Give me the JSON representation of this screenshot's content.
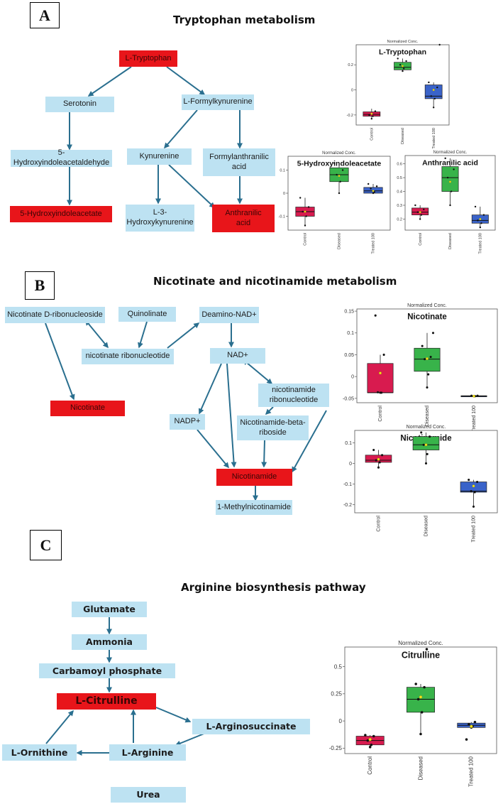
{
  "panels": [
    {
      "letter": "A",
      "title": "Tryptophan metabolism"
    },
    {
      "letter": "B",
      "title": "Nicotinate and nicotinamide metabolism"
    },
    {
      "letter": "C",
      "title": "Arginine biosynthesis pathway"
    }
  ],
  "pathway_a": {
    "nodes": {
      "l_tryptophan": "L-Tryptophan",
      "serotonin": "Serotonin",
      "l_formylkynurenine": "L-Formylkynurenine",
      "hydroxyindoleacetaldehyde": "5-Hydroxyindoleacetaldehyde",
      "kynurenine": "Kynurenine",
      "formylanthranilic": "Formylanthranilic\nacid",
      "hydroxyindoleacetate": "5-Hydroxyindoleacetate",
      "hydroxykynurenine": "L-3-\nHydroxykynurenine",
      "anthranilic": "Anthranilic\nacid"
    }
  },
  "pathway_b": {
    "nodes": {
      "nicotinate_riboside": "Nicotinate D-ribonucleoside",
      "quinolinate": "Quinolinate",
      "deamino_nad": "Deamino-NAD+",
      "nicotinate_ribonucleotide": "nicotinate ribonucleotide",
      "nad": "NAD+",
      "nicotinate": "Nicotinate",
      "nicotinamide_ribonucleotide": "nicotinamide\nribonucleotide",
      "nadp": "NADP+",
      "nicotinamide_riboside": "Nicotinamide-beta-\nriboside",
      "nicotinamide": "Nicotinamide",
      "methylnicotinamide": "1-Methylnicotinamide"
    }
  },
  "pathway_c": {
    "nodes": {
      "glutamate": "Glutamate",
      "ammonia": "Ammonia",
      "carbamoyl_phosphate": "Carbamoyl phosphate",
      "l_citrulline": "L-Citrulline",
      "l_argininosuccinate": "L-Arginosuccinate",
      "l_ornithine": "L-Ornithine",
      "l_arginine": "L-Arginine",
      "urea": "Urea"
    }
  },
  "colors": {
    "node_blue": "#bde2f2",
    "node_red": "#e8151a",
    "arrow": "#2a6f8f",
    "control": "#d81b4f",
    "diseased": "#38b34a",
    "treated": "#3a63c9",
    "mean_marker": "#f2e21c"
  },
  "chart_data": [
    {
      "id": "trp",
      "type": "box",
      "header": "Normalized Conc.",
      "title": "L-Tryptophan",
      "categories": [
        "Control",
        "Diseased",
        "Treated 100"
      ],
      "yticks": [
        -0.2,
        0,
        0.2
      ],
      "ylim": [
        -0.28,
        0.36
      ],
      "boxes": [
        {
          "min": -0.23,
          "q1": -0.21,
          "median": -0.195,
          "q3": -0.175,
          "max": -0.15,
          "mean": -0.19
        },
        {
          "min": 0.15,
          "q1": 0.16,
          "median": 0.18,
          "q3": 0.22,
          "max": 0.25,
          "mean": 0.19
        },
        {
          "min": -0.14,
          "q1": -0.07,
          "median": -0.05,
          "q3": 0.04,
          "max": 0.06,
          "mean": 0.0
        }
      ],
      "points": [
        [
          -0.23,
          -0.21,
          -0.2,
          -0.17
        ],
        [
          0.15,
          0.17,
          0.2,
          0.23,
          0.25
        ],
        [
          -0.14,
          -0.07,
          -0.05,
          0.02,
          0.06,
          0.36
        ]
      ]
    },
    {
      "id": "hia",
      "type": "box",
      "header": "Normalized Conc.",
      "title": "5-Hydroxyindoleacetate",
      "categories": [
        "Control",
        "Diseased",
        "Treated 100"
      ],
      "yticks": [
        -0.1,
        0,
        0.1
      ],
      "ylim": [
        -0.16,
        0.16
      ],
      "boxes": [
        {
          "min": -0.14,
          "q1": -0.1,
          "median": -0.08,
          "q3": -0.06,
          "max": -0.02,
          "mean": -0.08
        },
        {
          "min": 0.0,
          "q1": 0.05,
          "median": 0.08,
          "q3": 0.11,
          "max": 0.13,
          "mean": 0.075
        },
        {
          "min": 0.0,
          "q1": 0.0,
          "median": 0.01,
          "q3": 0.025,
          "max": 0.04,
          "mean": 0.01
        }
      ],
      "points": [
        [
          -0.14,
          -0.1,
          -0.08,
          -0.06,
          -0.02
        ],
        [
          0.0,
          0.05,
          0.08,
          0.1,
          0.13
        ],
        [
          0.0,
          0.005,
          0.02,
          0.03,
          0.04
        ]
      ]
    },
    {
      "id": "anth",
      "type": "box",
      "header": "Normalized Conc.",
      "title": "Anthranilic acid",
      "categories": [
        "Control",
        "Diseased",
        "Treated 100"
      ],
      "yticks": [
        0.2,
        0.3,
        0.4,
        0.5,
        0.6
      ],
      "ylim": [
        0.12,
        0.66
      ],
      "boxes": [
        {
          "min": 0.2,
          "q1": 0.23,
          "median": 0.25,
          "q3": 0.28,
          "max": 0.3,
          "mean": 0.25
        },
        {
          "min": 0.3,
          "q1": 0.4,
          "median": 0.5,
          "q3": 0.58,
          "max": 0.64,
          "mean": 0.47
        },
        {
          "min": 0.14,
          "q1": 0.17,
          "median": 0.19,
          "q3": 0.23,
          "max": 0.29,
          "mean": 0.2
        }
      ],
      "points": [
        [
          0.2,
          0.23,
          0.25,
          0.27,
          0.3
        ],
        [
          0.3,
          0.4,
          0.5,
          0.56,
          0.64
        ],
        [
          0.14,
          0.17,
          0.19,
          0.23,
          0.29
        ]
      ]
    },
    {
      "id": "nic",
      "type": "box",
      "header": "Normalized Conc.",
      "title": "Nicotinate",
      "categories": [
        "Control",
        "Diseased",
        "Treated 100"
      ],
      "yticks": [
        -0.05,
        0,
        0.05,
        0.1,
        0.15
      ],
      "ylim": [
        -0.06,
        0.155
      ],
      "boxes": [
        {
          "min": -0.037,
          "q1": -0.037,
          "median": -0.037,
          "q3": 0.03,
          "max": 0.05,
          "mean": 0.008
        },
        {
          "min": -0.025,
          "q1": 0.012,
          "median": 0.04,
          "q3": 0.065,
          "max": 0.1,
          "mean": 0.041
        },
        {
          "min": -0.045,
          "q1": -0.045,
          "median": -0.045,
          "q3": -0.044,
          "max": -0.044,
          "mean": -0.045
        }
      ],
      "points": [
        [
          -0.037,
          -0.037,
          -0.036,
          0.05,
          0.14
        ],
        [
          -0.025,
          0.005,
          0.04,
          0.045,
          0.07,
          0.1
        ],
        [
          -0.045,
          -0.045,
          -0.044,
          -0.044
        ]
      ]
    },
    {
      "id": "nicam",
      "type": "box",
      "header": "Normalized Conc.",
      "title": "Nicotinamide",
      "categories": [
        "Control",
        "Diseased",
        "Treated 100"
      ],
      "yticks": [
        -0.2,
        -0.1,
        0,
        0.1
      ],
      "ylim": [
        -0.24,
        0.16
      ],
      "boxes": [
        {
          "min": -0.02,
          "q1": 0.005,
          "median": 0.015,
          "q3": 0.04,
          "max": 0.065,
          "mean": 0.02
        },
        {
          "min": 0.0,
          "q1": 0.065,
          "median": 0.09,
          "q3": 0.13,
          "max": 0.15,
          "mean": 0.09
        },
        {
          "min": -0.21,
          "q1": -0.14,
          "median": -0.135,
          "q3": -0.09,
          "max": -0.08,
          "mean": -0.11
        }
      ],
      "points": [
        [
          -0.02,
          0.005,
          0.015,
          0.04,
          0.065
        ],
        [
          0.0,
          0.045,
          0.09,
          0.13,
          0.15
        ],
        [
          -0.21,
          -0.14,
          -0.135,
          -0.09,
          -0.08
        ]
      ]
    },
    {
      "id": "cit",
      "type": "box",
      "header": "Normalized Conc.",
      "title": "Citrulline",
      "categories": [
        "Control",
        "Diseased",
        "Treated 100"
      ],
      "yticks": [
        -0.25,
        0,
        0.25,
        0.5
      ],
      "ylim": [
        -0.3,
        0.68
      ],
      "boxes": [
        {
          "min": -0.24,
          "q1": -0.22,
          "median": -0.18,
          "q3": -0.14,
          "max": -0.13,
          "mean": -0.17
        },
        {
          "min": -0.12,
          "q1": 0.08,
          "median": 0.2,
          "q3": 0.31,
          "max": 0.34,
          "mean": 0.22
        },
        {
          "min": -0.06,
          "q1": -0.06,
          "median": -0.04,
          "q3": -0.02,
          "max": -0.01,
          "mean": -0.05
        }
      ],
      "points": [
        [
          -0.24,
          -0.22,
          -0.18,
          -0.14,
          -0.13
        ],
        [
          -0.12,
          0.08,
          0.2,
          0.31,
          0.34,
          0.66
        ],
        [
          -0.06,
          -0.05,
          -0.03,
          -0.01,
          -0.17
        ]
      ]
    }
  ]
}
